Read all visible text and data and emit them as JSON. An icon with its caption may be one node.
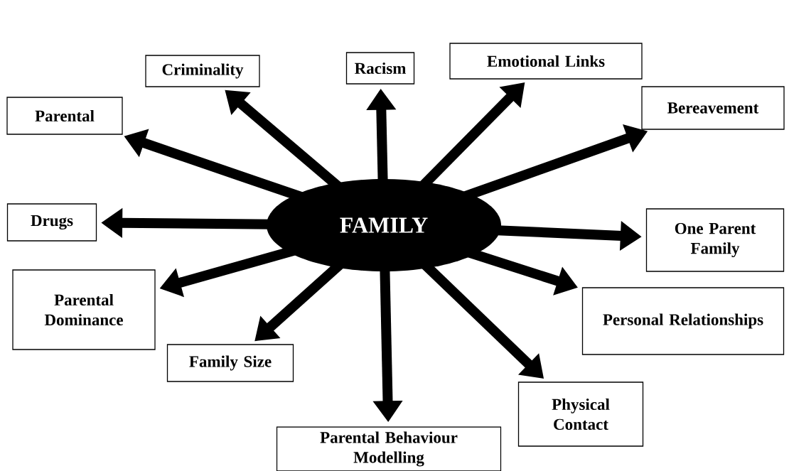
{
  "diagram": {
    "nodes": [
      {
        "text": [
          "FAMILY"
        ]
      },
      {
        "text": [
          "Racism"
        ]
      },
      {
        "text": [
          "Criminality"
        ]
      },
      {
        "text": [
          "Emotional Links"
        ]
      },
      {
        "text": [
          "Parental"
        ]
      },
      {
        "text": [
          "Bereavement"
        ]
      },
      {
        "text": [
          "Drugs"
        ]
      },
      {
        "text": [
          "One Parent Family"
        ]
      },
      {
        "text": [
          "Parental Dominance"
        ]
      },
      {
        "text": [
          "Personal Relationships"
        ]
      },
      {
        "text": [
          "Family Size"
        ]
      },
      {
        "text": [
          "Physical Contact"
        ]
      },
      {
        "text": [
          "Parental Behaviour Modelling"
        ]
      }
    ],
    "edges": [
      {
        "from": 0,
        "to": 1,
        "arrow": "to"
      },
      {
        "from": 0,
        "to": 2,
        "arrow": "to"
      },
      {
        "from": 0,
        "to": 3,
        "arrow": "to"
      },
      {
        "from": 0,
        "to": 4,
        "arrow": "to"
      },
      {
        "from": 0,
        "to": 5,
        "arrow": "to"
      },
      {
        "from": 0,
        "to": 6,
        "arrow": "to"
      },
      {
        "from": 0,
        "to": 7,
        "arrow": "to"
      },
      {
        "from": 0,
        "to": 8,
        "arrow": "to"
      },
      {
        "from": 0,
        "to": 9,
        "arrow": "to"
      },
      {
        "from": 0,
        "to": 10,
        "arrow": "to"
      },
      {
        "from": 0,
        "to": 11,
        "arrow": "to"
      },
      {
        "from": 0,
        "to": 12,
        "arrow": "to"
      }
    ]
  }
}
